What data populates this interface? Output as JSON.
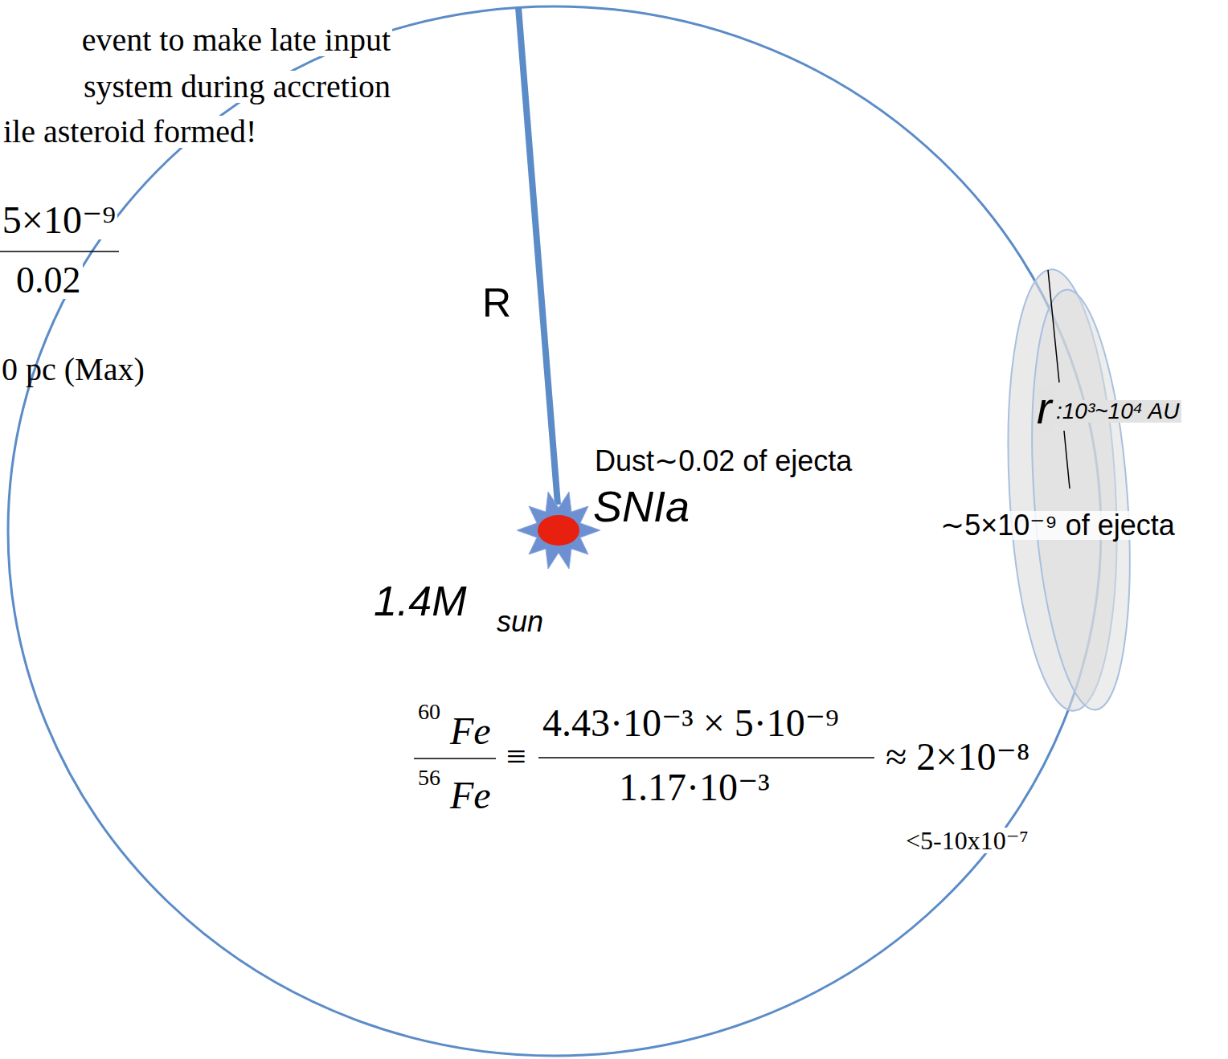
{
  "diagram": {
    "labels": [
      "event to make late input",
      "system during accretion",
      "ile asteroid formed!",
      "5×10⁻⁹",
      "0.02",
      "0 pc (Max)",
      "R",
      "Dust∼0.02 of ejecta",
      "SNIa",
      "1.4M",
      "sun",
      "r",
      ":10³~10⁴ AU",
      "∼5×10⁻⁹ of ejecta",
      "60",
      "Fe",
      "56",
      "Fe",
      "≡",
      "4.43·10⁻³ × 5·10⁻⁹",
      "1.17·10⁻³",
      "≈ 2×10⁻⁸",
      "<5-10x10⁻⁷"
    ]
  }
}
